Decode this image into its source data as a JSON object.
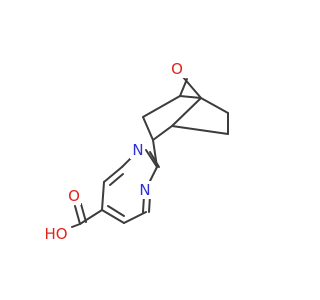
{
  "molecule": {
    "atoms": {
      "n_top": {
        "label": "N",
        "color": "#2f2fd8"
      },
      "n_bottom": {
        "label": "N",
        "color": "#2f2fd8"
      },
      "o_bridge": {
        "label": "O",
        "color": "#e0251c"
      },
      "o_carbonyl": {
        "label": "O",
        "color": "#e0251c"
      },
      "o_hydroxyl": {
        "label": "HO",
        "color": "#e0251c"
      }
    }
  }
}
